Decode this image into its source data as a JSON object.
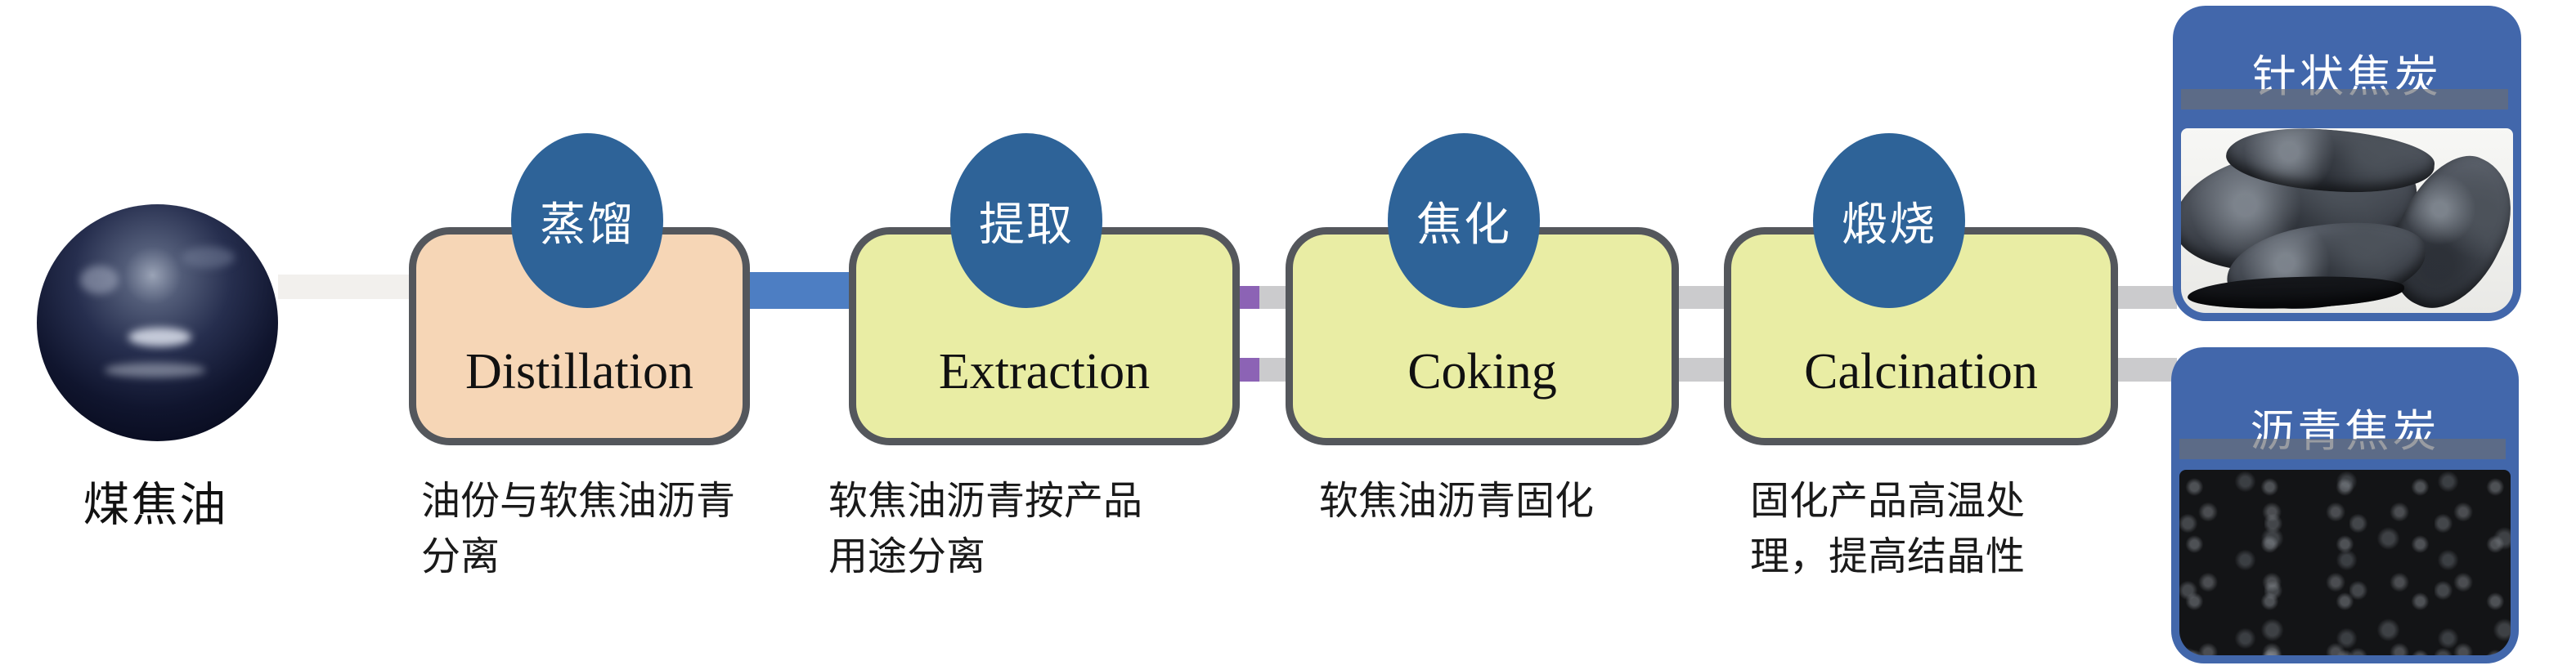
{
  "diagram": {
    "input": {
      "label": "煤焦油"
    },
    "stages": [
      {
        "badge": "蒸馏",
        "name": "Distillation",
        "caption": [
          "油份与软焦油沥青",
          "分离"
        ]
      },
      {
        "badge": "提取",
        "name": "Extraction",
        "caption": [
          "软焦油沥青按产品",
          "用途分离"
        ]
      },
      {
        "badge": "焦化",
        "name": "Coking",
        "caption": [
          "软焦油沥青固化"
        ]
      },
      {
        "badge": "煅烧",
        "name": "Calcination",
        "caption": [
          "固化产品高温处",
          "理，提高结晶性"
        ]
      }
    ],
    "products": [
      {
        "title": "针状焦炭"
      },
      {
        "title": "沥青焦炭"
      }
    ],
    "colors": {
      "badge_blue": "#2e6398",
      "product_header_blue": "#4267ab",
      "distillation_fill": "#f6d6b6",
      "stage_fill": "#e9eda4",
      "block_border": "#54575c",
      "connector_blue": "#4d7ec3",
      "connector_purple": "#8c63b5",
      "connector_gray": "#cbcbcd",
      "caption_black": "#1a1a1a"
    }
  }
}
